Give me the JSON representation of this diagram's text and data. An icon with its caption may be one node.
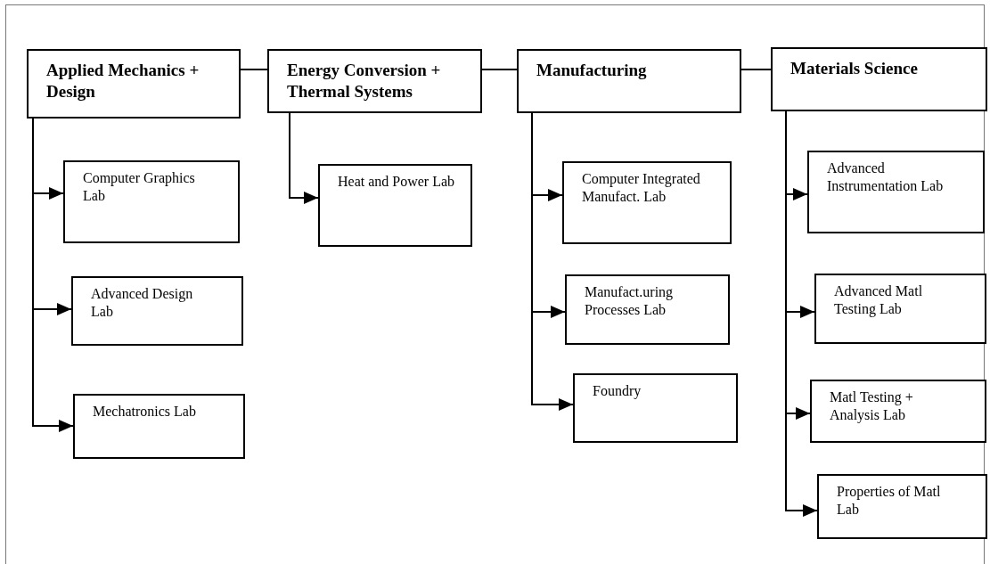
{
  "diagram": {
    "nodes": [
      {
        "text": [
          "Applied Mechanics + Design"
        ]
      },
      {
        "text": [
          "Energy Conversion + Thermal Systems"
        ]
      },
      {
        "text": [
          "Manufacturing"
        ]
      },
      {
        "text": [
          "Materials Science"
        ]
      },
      {
        "text": [
          "Computer Graphics Lab"
        ]
      },
      {
        "text": [
          "Advanced Design Lab"
        ]
      },
      {
        "text": [
          "Mechatronics Lab"
        ]
      },
      {
        "text": [
          "Heat and Power Lab"
        ]
      },
      {
        "text": [
          "Computer Integrated Manufact. Lab"
        ]
      },
      {
        "text": [
          "Manufact.uring Processes Lab"
        ]
      },
      {
        "text": [
          "Foundry"
        ]
      },
      {
        "text": [
          "Advanced Instrumentation Lab"
        ]
      },
      {
        "text": [
          "Advanced Matl Testing Lab"
        ]
      },
      {
        "text": [
          "Matl Testing + Analysis Lab"
        ]
      },
      {
        "text": [
          "Properties of Matl Lab"
        ]
      }
    ],
    "edges": [
      {
        "from": 0,
        "to": 1,
        "arrow": "none"
      },
      {
        "from": 1,
        "to": 2,
        "arrow": "none"
      },
      {
        "from": 2,
        "to": 3,
        "arrow": "none"
      },
      {
        "from": 0,
        "to": 4,
        "arrow": "to"
      },
      {
        "from": 0,
        "to": 5,
        "arrow": "to"
      },
      {
        "from": 0,
        "to": 6,
        "arrow": "to"
      },
      {
        "from": 1,
        "to": 7,
        "arrow": "to"
      },
      {
        "from": 2,
        "to": 8,
        "arrow": "to"
      },
      {
        "from": 2,
        "to": 9,
        "arrow": "to"
      },
      {
        "from": 2,
        "to": 10,
        "arrow": "to"
      },
      {
        "from": 3,
        "to": 11,
        "arrow": "to"
      },
      {
        "from": 3,
        "to": 12,
        "arrow": "to"
      },
      {
        "from": 3,
        "to": 13,
        "arrow": "to"
      },
      {
        "from": 3,
        "to": 14,
        "arrow": "to"
      }
    ]
  }
}
